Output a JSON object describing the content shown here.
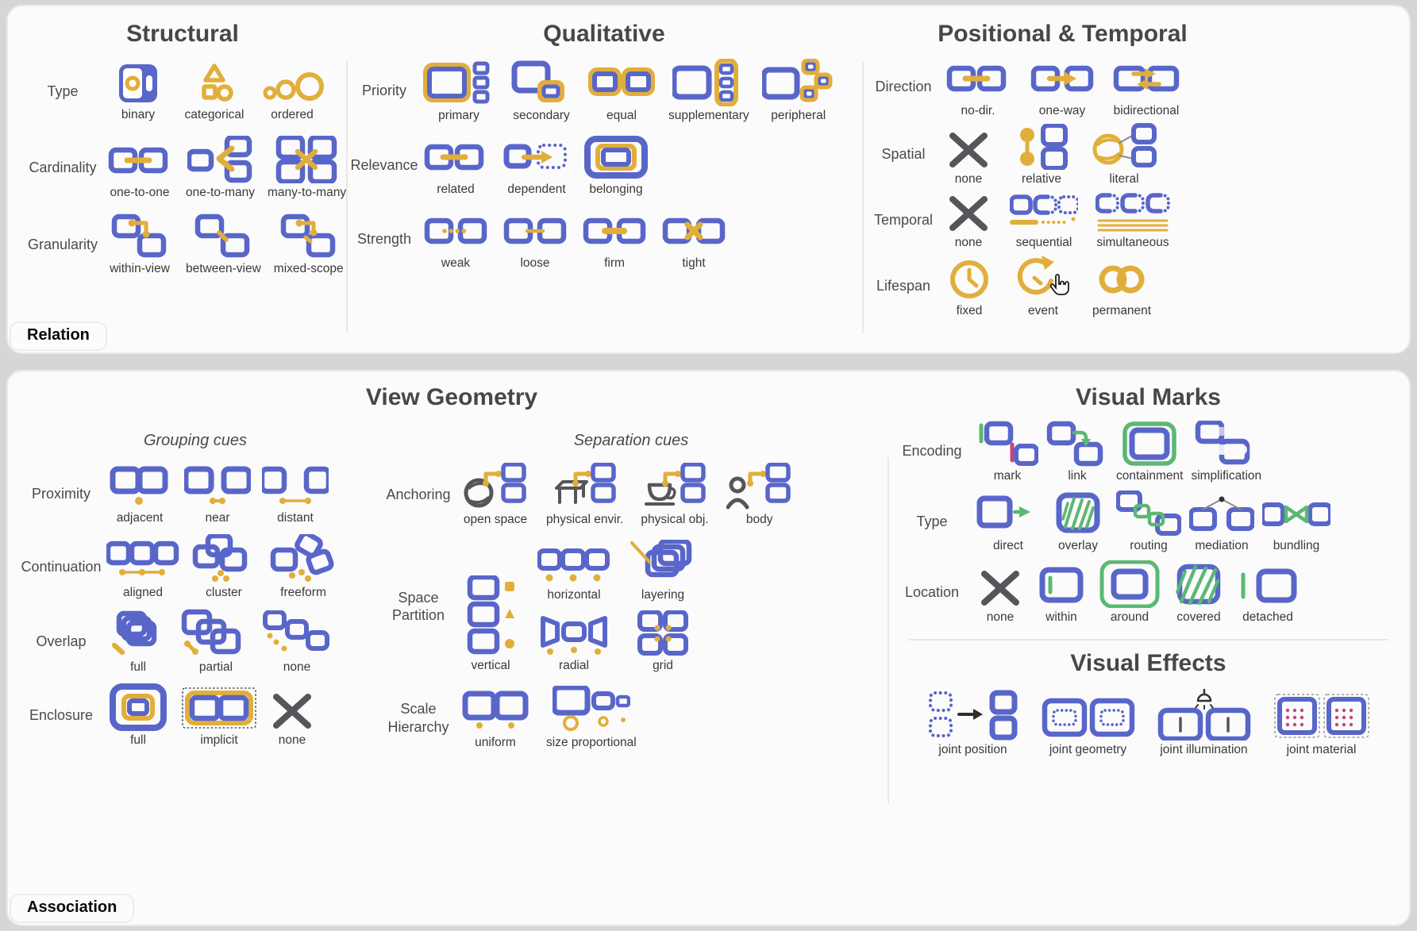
{
  "colors": {
    "blue": "#5966C9",
    "yellow": "#E2AE3B",
    "green": "#5BB873",
    "pink": "#C7447F",
    "dark": "#55555A",
    "panel_bg": "#FBFBFB",
    "page_bg": "#D6D6D6",
    "heading": "#474747",
    "caption": "#3A3A3A"
  },
  "relation": {
    "tab_label": "Relation",
    "sections": [
      {
        "title": "Structural",
        "rows": [
          {
            "label": "Type",
            "items": [
              {
                "label": "binary",
                "icon": "binary"
              },
              {
                "label": "categorical",
                "icon": "categorical"
              },
              {
                "label": "ordered",
                "icon": "ordered"
              }
            ]
          },
          {
            "label": "Cardinality",
            "items": [
              {
                "label": "one-to-one",
                "icon": "one-to-one"
              },
              {
                "label": "one-to-many",
                "icon": "one-to-many"
              },
              {
                "label": "many-to-many",
                "icon": "many-to-many"
              }
            ]
          },
          {
            "label": "Granularity",
            "items": [
              {
                "label": "within-view",
                "icon": "within-view"
              },
              {
                "label": "between-view",
                "icon": "between-view"
              },
              {
                "label": "mixed-scope",
                "icon": "mixed-scope"
              }
            ]
          }
        ]
      },
      {
        "title": "Qualitative",
        "rows": [
          {
            "label": "Priority",
            "items": [
              {
                "label": "primary",
                "icon": "primary"
              },
              {
                "label": "secondary",
                "icon": "secondary"
              },
              {
                "label": "equal",
                "icon": "equal"
              },
              {
                "label": "supplementary",
                "icon": "supplementary"
              },
              {
                "label": "peripheral",
                "icon": "peripheral"
              }
            ]
          },
          {
            "label": "Relevance",
            "items": [
              {
                "label": "related",
                "icon": "related"
              },
              {
                "label": "dependent",
                "icon": "dependent"
              },
              {
                "label": "belonging",
                "icon": "belonging"
              }
            ]
          },
          {
            "label": "Strength",
            "items": [
              {
                "label": "weak",
                "icon": "weak"
              },
              {
                "label": "loose",
                "icon": "loose"
              },
              {
                "label": "firm",
                "icon": "firm"
              },
              {
                "label": "tight",
                "icon": "tight"
              }
            ]
          }
        ]
      },
      {
        "title": "Positional & Temporal",
        "rows": [
          {
            "label": "Direction",
            "items": [
              {
                "label": "no-dir.",
                "icon": "no-dir"
              },
              {
                "label": "one-way",
                "icon": "one-way"
              },
              {
                "label": "bidirectional",
                "icon": "bidirectional"
              }
            ]
          },
          {
            "label": "Spatial",
            "items": [
              {
                "label": "none",
                "icon": "none-x"
              },
              {
                "label": "relative",
                "icon": "relative"
              },
              {
                "label": "literal",
                "icon": "literal"
              }
            ]
          },
          {
            "label": "Temporal",
            "items": [
              {
                "label": "none",
                "icon": "none-x"
              },
              {
                "label": "sequential",
                "icon": "sequential"
              },
              {
                "label": "simultaneous",
                "icon": "simultaneous"
              }
            ]
          },
          {
            "label": "Lifespan",
            "items": [
              {
                "label": "fixed",
                "icon": "fixed"
              },
              {
                "label": "event",
                "icon": "event",
                "cursor": true
              },
              {
                "label": "permanent",
                "icon": "permanent"
              }
            ]
          }
        ]
      }
    ]
  },
  "association": {
    "tab_label": "Association",
    "view_geometry": {
      "title": "View Geometry",
      "groups": [
        {
          "subtitle": "Grouping cues",
          "rows": [
            {
              "label": "Proximity",
              "items": [
                {
                  "label": "adjacent",
                  "icon": "adjacent"
                },
                {
                  "label": "near",
                  "icon": "near"
                },
                {
                  "label": "distant",
                  "icon": "distant"
                }
              ]
            },
            {
              "label": "Continuation",
              "items": [
                {
                  "label": "aligned",
                  "icon": "aligned"
                },
                {
                  "label": "cluster",
                  "icon": "cluster"
                },
                {
                  "label": "freeform",
                  "icon": "freeform"
                }
              ]
            },
            {
              "label": "Overlap",
              "items": [
                {
                  "label": "full",
                  "icon": "overlap-full"
                },
                {
                  "label": "partial",
                  "icon": "overlap-partial"
                },
                {
                  "label": "none",
                  "icon": "overlap-none"
                }
              ]
            },
            {
              "label": "Enclosure",
              "items": [
                {
                  "label": "full",
                  "icon": "enclosure-full"
                },
                {
                  "label": "implicit",
                  "icon": "enclosure-implicit"
                },
                {
                  "label": "none",
                  "icon": "none-x"
                }
              ]
            }
          ]
        },
        {
          "subtitle": "Separation cues",
          "rows": [
            {
              "label": "Anchoring",
              "items": [
                {
                  "label": "open space",
                  "icon": "open-space"
                },
                {
                  "label": "physical envir.",
                  "icon": "physical-envir"
                },
                {
                  "label": "physical obj.",
                  "icon": "physical-obj"
                },
                {
                  "label": "body",
                  "icon": "body"
                }
              ]
            },
            {
              "label": "Space Partition",
              "layout": "pair-columns",
              "items": [
                {
                  "label": "vertical",
                  "icon": "partition-vertical"
                },
                {
                  "label": "horizontal",
                  "icon": "partition-horizontal"
                },
                {
                  "label": "radial",
                  "icon": "partition-radial"
                },
                {
                  "label": "layering",
                  "icon": "partition-layering"
                },
                {
                  "label": "grid",
                  "icon": "partition-grid"
                }
              ]
            },
            {
              "label": "Scale Hierarchy",
              "items": [
                {
                  "label": "uniform",
                  "icon": "scale-uniform"
                },
                {
                  "label": "size proportional",
                  "icon": "scale-size-proportional"
                }
              ]
            }
          ]
        }
      ]
    },
    "visual_marks": {
      "title": "Visual Marks",
      "rows": [
        {
          "label": "Encoding",
          "items": [
            {
              "label": "mark",
              "icon": "mark"
            },
            {
              "label": "link",
              "icon": "link"
            },
            {
              "label": "containment",
              "icon": "containment"
            },
            {
              "label": "simplification",
              "icon": "simplification"
            }
          ]
        },
        {
          "label": "Type",
          "items": [
            {
              "label": "direct",
              "icon": "direct"
            },
            {
              "label": "overlay",
              "icon": "overlay"
            },
            {
              "label": "routing",
              "icon": "routing"
            },
            {
              "label": "mediation",
              "icon": "mediation"
            },
            {
              "label": "bundling",
              "icon": "bundling"
            }
          ]
        },
        {
          "label": "Location",
          "items": [
            {
              "label": "none",
              "icon": "none-x"
            },
            {
              "label": "within",
              "icon": "within"
            },
            {
              "label": "around",
              "icon": "around"
            },
            {
              "label": "covered",
              "icon": "covered"
            },
            {
              "label": "detached",
              "icon": "detached"
            }
          ]
        }
      ]
    },
    "visual_effects": {
      "title": "Visual Effects",
      "items": [
        {
          "label": "joint position",
          "icon": "joint-position"
        },
        {
          "label": "joint geometry",
          "icon": "joint-geometry"
        },
        {
          "label": "joint illumination",
          "icon": "joint-illumination"
        },
        {
          "label": "joint material",
          "icon": "joint-material"
        }
      ]
    }
  }
}
